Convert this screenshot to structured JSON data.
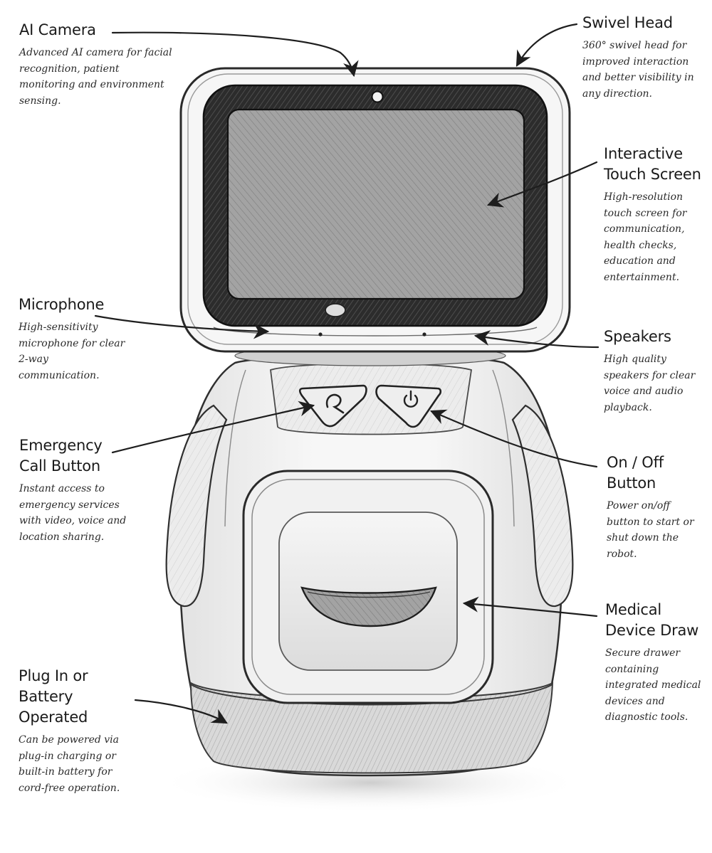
{
  "callouts": {
    "ai_camera": {
      "title": "AI Camera",
      "desc": "Advanced AI camera for facial recognition, patient monitoring and environment sensing."
    },
    "swivel_head": {
      "title": "Swivel Head",
      "desc": "360° swivel head for improved interaction and better visibility in any direction."
    },
    "touch_screen": {
      "title": "Interactive Touch Screen",
      "desc": "High-resolution touch screen for communication, health checks, education and entertainment."
    },
    "microphone": {
      "title": "Microphone",
      "desc": "High-sensitivity microphone for clear 2-way communication."
    },
    "speakers": {
      "title": "Speakers",
      "desc": "High quality speakers for clear voice and audio playback."
    },
    "emergency": {
      "title": "Emergency Call Button",
      "desc": "Instant access to emergency services with video, voice and location sharing."
    },
    "on_off": {
      "title": "On / Off Button",
      "desc": "Power on/off button to start or shut down the robot."
    },
    "drawer": {
      "title": "Medical Device Draw",
      "desc": "Secure drawer containing integrated medical devices and diagnostic tools."
    },
    "power": {
      "title": "Plug In or Battery Operated",
      "desc": "Can be powered via plug-in charging or built-in battery for cord-free operation."
    }
  },
  "colors": {
    "ink": "#1e1e1e",
    "pencil": "#3a3a3a",
    "screen_fill": "#9a9a9a",
    "bezel_fill": "#2c2c2c",
    "body_fill": "#f4f4f4",
    "base_shade": "#d6d6d6"
  }
}
